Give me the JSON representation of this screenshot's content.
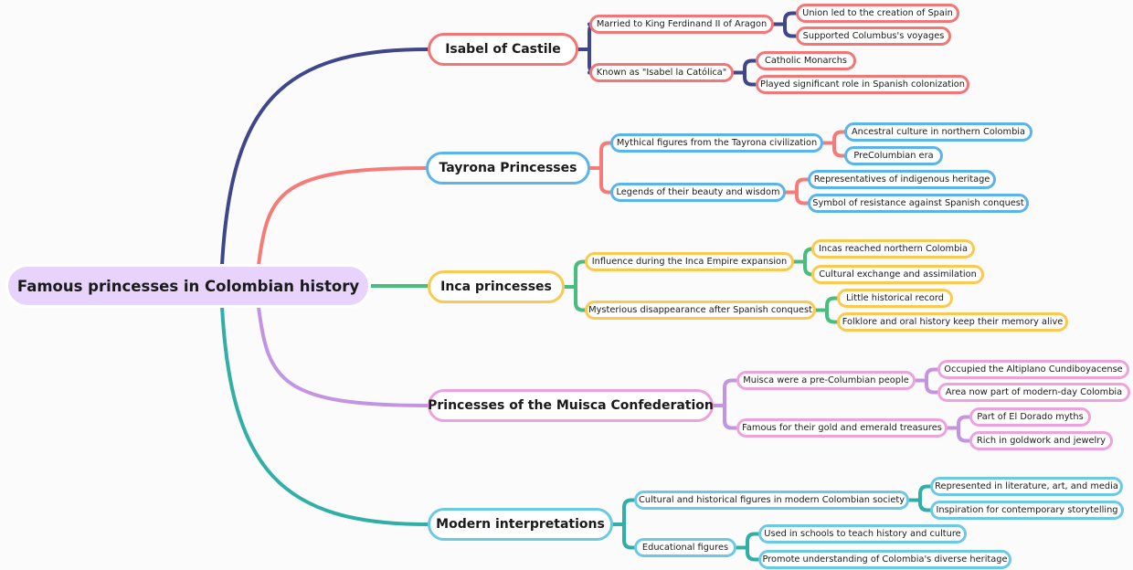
{
  "root": {
    "label": "Famous princesses in Colombian history"
  },
  "branches": [
    {
      "label": "Isabel of Castile",
      "line_color": "#3f4689",
      "border_color": "#f47575",
      "children": [
        {
          "label": "Married to King Ferdinand II of Aragon",
          "children": [
            "Union led to the creation of Spain",
            "Supported Columbus's voyages"
          ]
        },
        {
          "label": "Known as \"Isabel la Católica\"",
          "children": [
            "Catholic Monarchs",
            "Played significant role in Spanish colonization"
          ]
        }
      ]
    },
    {
      "label": "Tayrona Princesses",
      "line_color": "#f47b78",
      "border_color": "#5ab4ec",
      "children": [
        {
          "label": "Mythical figures from the Tayrona civilization",
          "children": [
            "Ancestral culture in northern Colombia",
            "PreColumbian era"
          ]
        },
        {
          "label": "Legends of their beauty and wisdom",
          "children": [
            "Representatives of indigenous heritage",
            "Symbol of resistance against Spanish conquest"
          ]
        }
      ]
    },
    {
      "label": "Inca princesses",
      "line_color": "#47bd7e",
      "border_color": "#fbc94f",
      "children": [
        {
          "label": "Influence during the Inca Empire expansion",
          "children": [
            "Incas reached northern Colombia",
            "Cultural exchange and assimilation"
          ]
        },
        {
          "label": "Mysterious disappearance after Spanish conquest",
          "children": [
            "Little historical record",
            "Folklore and oral history keep their memory alive"
          ]
        }
      ]
    },
    {
      "label": "Princesses of the Muisca Confederation",
      "line_color": "#c294e2",
      "border_color": "#eea2dc",
      "children": [
        {
          "label": "Muisca were a pre-Columbian people",
          "children": [
            "Occupied the Altiplano Cundiboyacense",
            "Area now part of modern-day Colombia"
          ]
        },
        {
          "label": "Famous for their gold and emerald treasures",
          "children": [
            "Part of El Dorado myths",
            "Rich in goldwork and jewelry"
          ]
        }
      ]
    },
    {
      "label": "Modern interpretations",
      "line_color": "#2fafa5",
      "border_color": "#6cc9e4",
      "children": [
        {
          "label": "Cultural and historical figures in modern Colombian society",
          "children": [
            "Represented in literature, art, and media",
            "Inspiration for contemporary storytelling"
          ]
        },
        {
          "label": "Educational figures",
          "children": [
            "Used in schools to teach history and culture",
            "Promote understanding of Colombia's diverse heritage"
          ]
        }
      ]
    }
  ]
}
